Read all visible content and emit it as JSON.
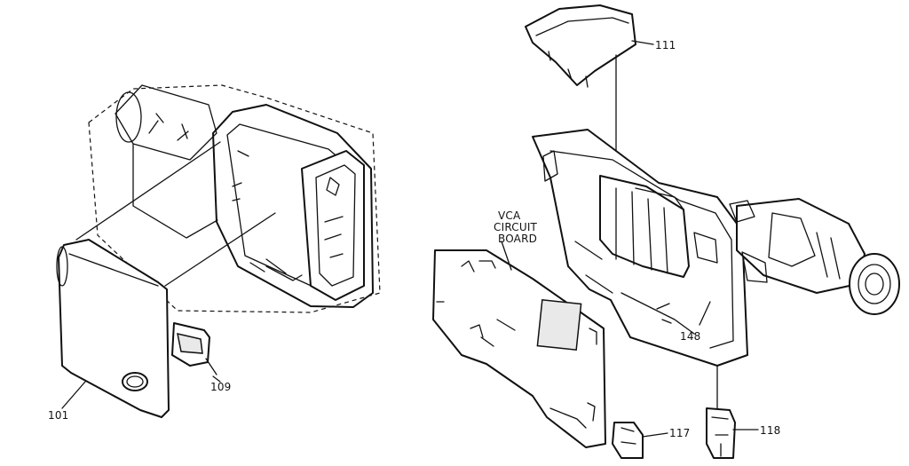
{
  "labels": {
    "p101": "101",
    "p109": "109",
    "p111": "111",
    "p117": "117",
    "p118": "118",
    "p148": "148",
    "board_line1": "VCA",
    "board_line2": "CIRCUIT",
    "board_line3": "BOARD"
  },
  "colors": {
    "ink": "#111111",
    "paper": "#ffffff"
  }
}
